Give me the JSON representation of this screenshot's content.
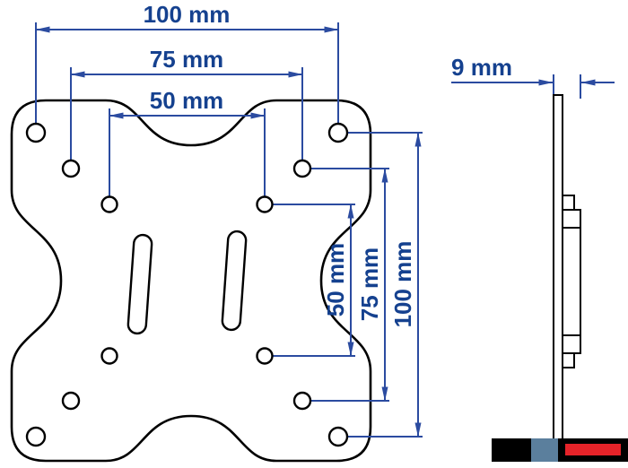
{
  "drawing": {
    "front_view": {
      "top_dimensions": [
        {
          "label": "100 mm",
          "value_mm": 100
        },
        {
          "label": "75 mm",
          "value_mm": 75
        },
        {
          "label": "50 mm",
          "value_mm": 50
        }
      ],
      "right_dimensions": [
        {
          "label": "50 mm",
          "value_mm": 50
        },
        {
          "label": "75 mm",
          "value_mm": 75
        },
        {
          "label": "100 mm",
          "value_mm": 100
        }
      ]
    },
    "side_view": {
      "thickness_dimension": {
        "label": "9 mm",
        "value_mm": 9
      }
    }
  },
  "colors": {
    "background": "#ffffff",
    "outline": "#000000",
    "dimension_line": "#2b4ba0",
    "dimension_text": "#15418f",
    "logo_black": "#000000",
    "logo_blue": "#5b7f9d",
    "logo_red": "#e62329"
  }
}
